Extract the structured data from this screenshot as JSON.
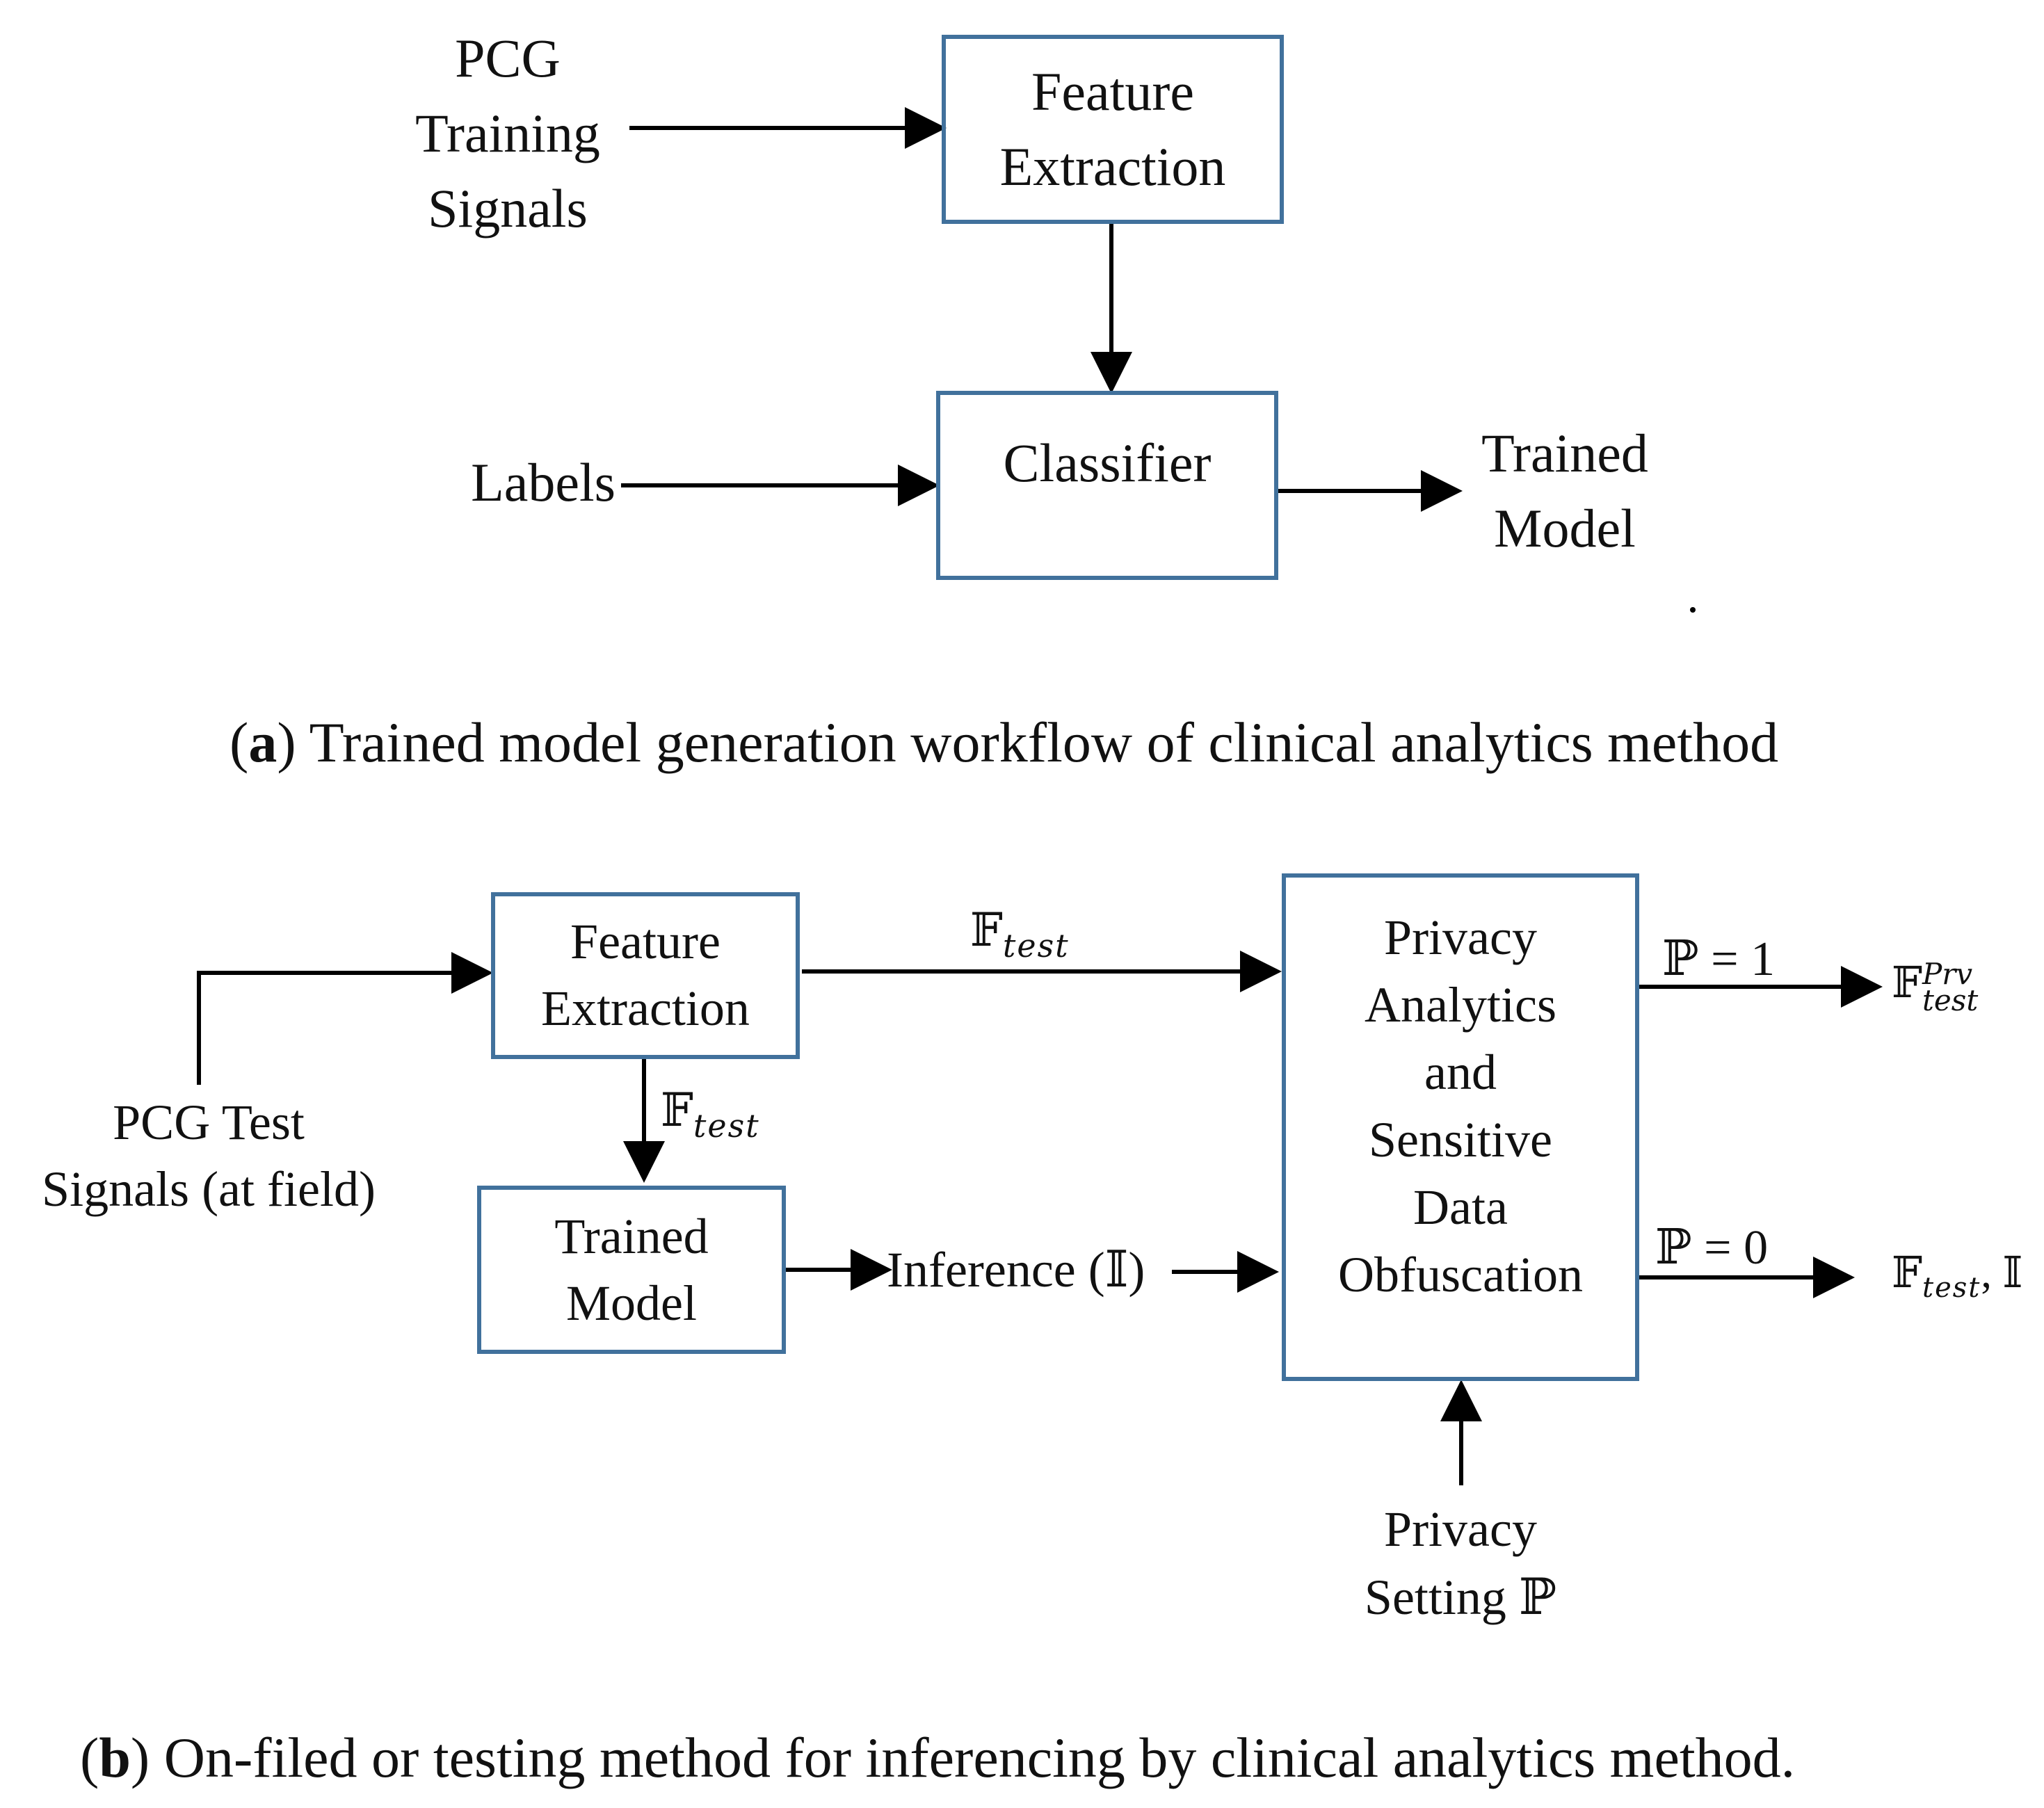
{
  "panel_a": {
    "pcg_training_signals": [
      "PCG",
      "Training",
      "Signals"
    ],
    "feature_extraction": [
      "Feature",
      "Extraction"
    ],
    "classifier": "Classifier",
    "labels": "Labels",
    "trained_model": [
      "Trained",
      "Model"
    ],
    "caption_letter": "a",
    "caption_text": " Trained model generation workflow of clinical analytics method"
  },
  "panel_b": {
    "feature_extraction": [
      "Feature",
      "Extraction"
    ],
    "pcg_test_signals": [
      "PCG Test",
      "Signals (at field)"
    ],
    "trained_model": [
      "Trained",
      "Model"
    ],
    "f_symbol": "𝔽",
    "test_subscript": "test",
    "prv_superscript": "Prv",
    "inference_label": "Inference (𝕀)",
    "privacy_box": [
      "Privacy",
      "Analytics",
      "and",
      "Sensitive",
      "Data",
      "Obfuscation"
    ],
    "p_equals_1": "ℙ = 1",
    "p_equals_0": "ℙ = 0",
    "output_0_suffix": ", 𝕀",
    "privacy_setting": [
      "Privacy",
      "Setting ℙ"
    ],
    "caption_letter": "b",
    "caption_text": " On-filed or testing method for inferencing by clinical analytics method."
  },
  "colors": {
    "box_border": "#41719c",
    "text": "#111111",
    "arrow": "#000000"
  }
}
